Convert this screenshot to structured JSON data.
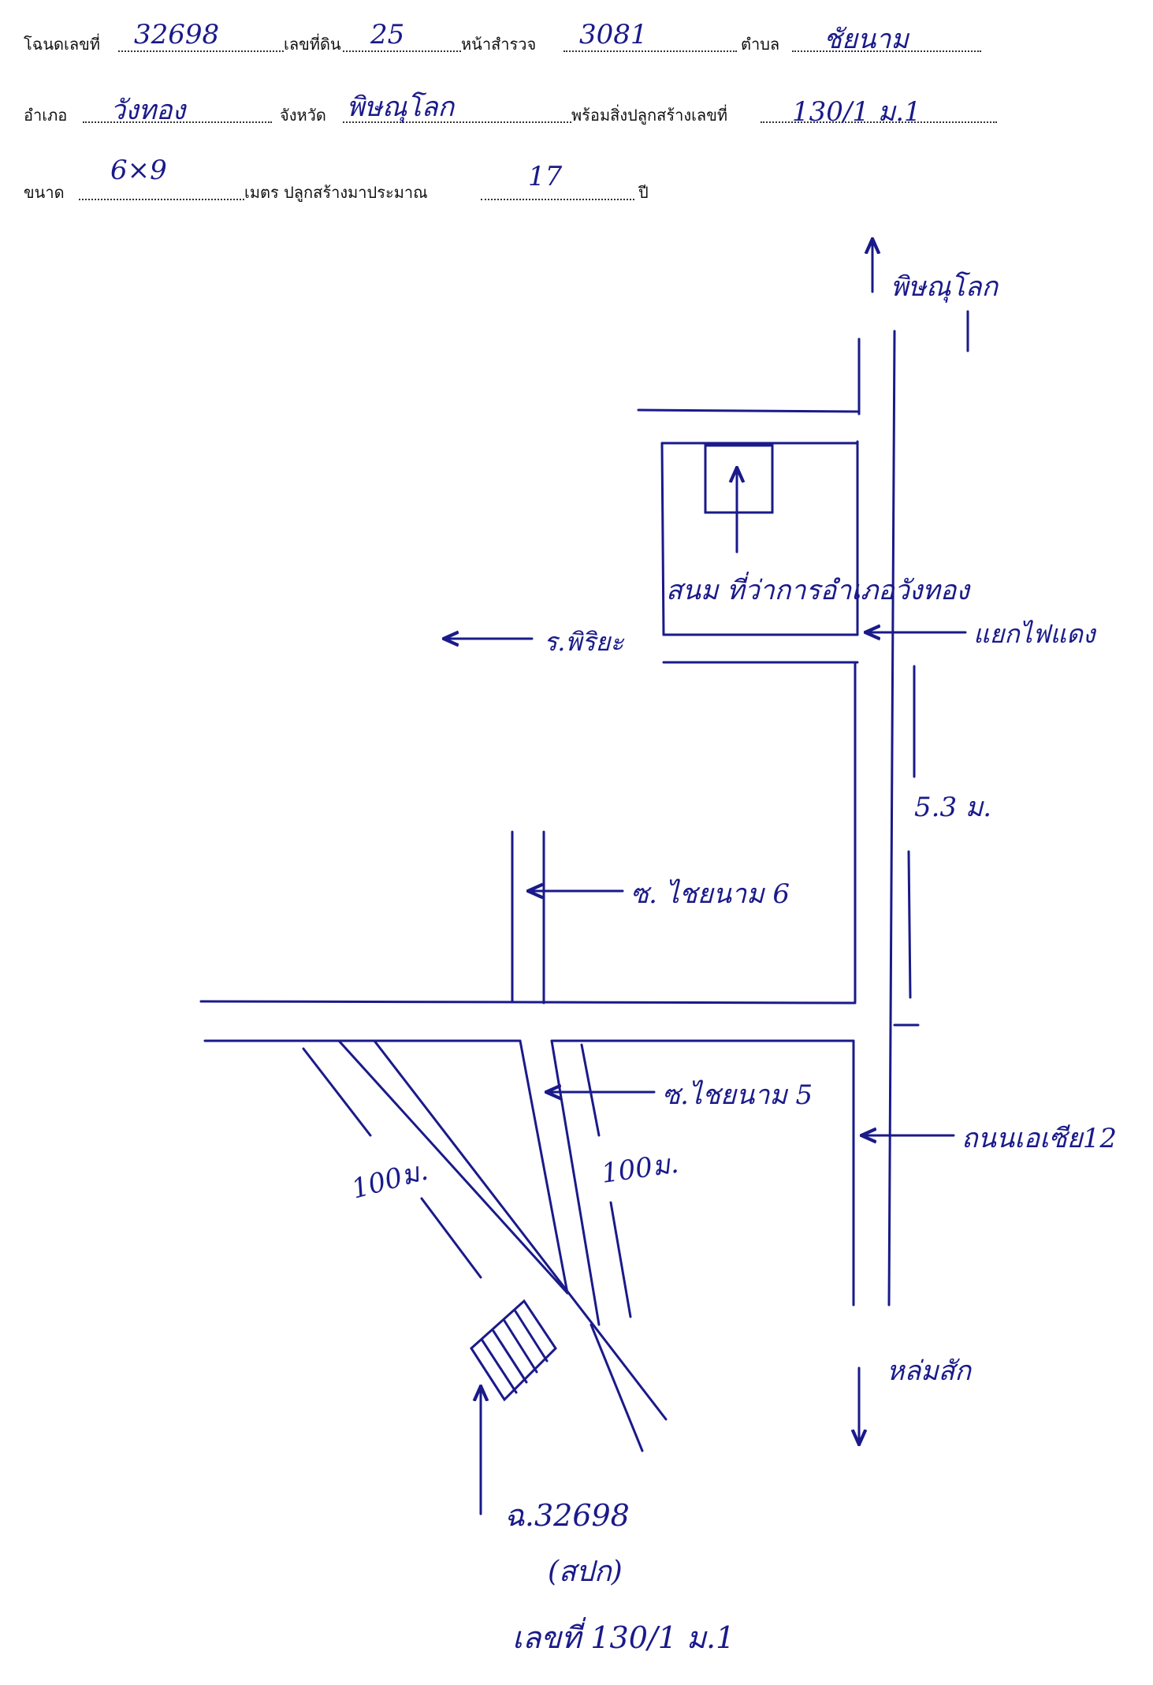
{
  "form": {
    "deed_label": "โฉนดเลขที่",
    "deed_value": "32698",
    "land_no_label": "เลขที่ดิน",
    "land_no_value": "25",
    "survey_page_label": "หน้าสำรวจ",
    "survey_page_value": "3081",
    "subdistrict_label": "ตำบล",
    "subdistrict_value": "ชัยนาม",
    "district_label": "อำเภอ",
    "district_value": "วังทอง",
    "province_label": "จังหวัด",
    "province_value": "พิษณุโลก",
    "building_label": "พร้อมสิ่งปลูกสร้างเลขที่",
    "building_value": "130/1 ม.1",
    "size_label": "ขนาด",
    "size_value": "6×9",
    "meters_built_label": "เมตร ปลูกสร้างมาประมาณ",
    "years_value": "17",
    "years_unit": "ปี"
  },
  "map": {
    "north_label": "พิษณุโลก",
    "south_label": "หล่มสัก",
    "temple_label": "สนม ที่ว่าการอำเภอวังทอง",
    "left_road_label": "ร.พิริยะ",
    "junction_label": "แยกไฟแดง",
    "distance_label": "5.3 ม.",
    "soi6_label": "ซ. ไชยนาม 6",
    "soi5_label": "ซ.ไชยนาม 5",
    "highway_label": "ถนนเอเซีย12",
    "dist_left_label": "100ม.",
    "dist_right_label": "100ม.",
    "plot_label": "ฉ.32698",
    "plot_note": "(สปก)",
    "house_label": "เลขที่ 130/1 ม.1"
  }
}
